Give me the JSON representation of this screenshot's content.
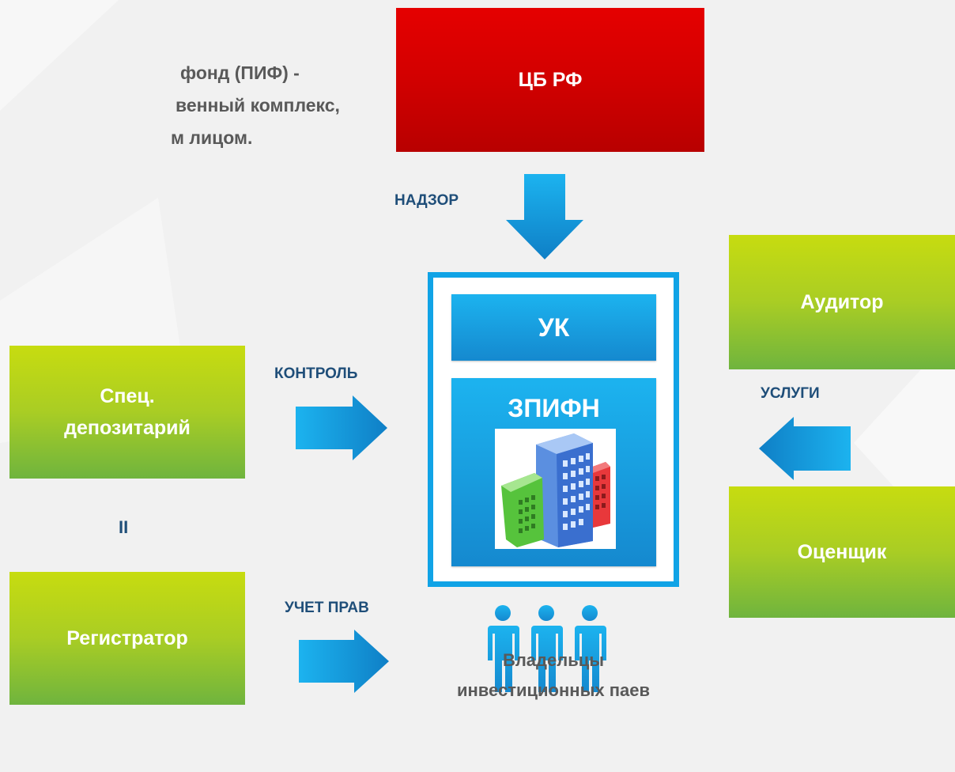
{
  "intro": {
    "lines": [
      "фонд  (ПИФ) -",
      "венный комплекс,",
      "м лицом."
    ]
  },
  "boxes": {
    "regulator": "ЦБ РФ",
    "auditor": "Аудитор",
    "appraiser": "Оценщик",
    "depository": "Спец. депозитарий",
    "registrar": "Регистратор",
    "management_company": "УК",
    "fund": "ЗПИФН"
  },
  "labels": {
    "supervision": "НАДЗОР",
    "control": "КОНТРОЛЬ",
    "services": "УСЛУГИ",
    "rights_accounting": "УЧЕТ ПРАВ",
    "or_symbol": "II"
  },
  "owners": {
    "line1": "Владельцы",
    "line2": "инвестиционных паев"
  },
  "colors": {
    "red": "#d40000",
    "green": "#a9cd24",
    "blue": "#10a3e6",
    "label_text": "#1f4e79",
    "gray_text": "#595959"
  },
  "icons": [
    "arrow-down-icon",
    "arrow-right-icon",
    "arrow-left-icon",
    "building-icon",
    "person-icon"
  ]
}
